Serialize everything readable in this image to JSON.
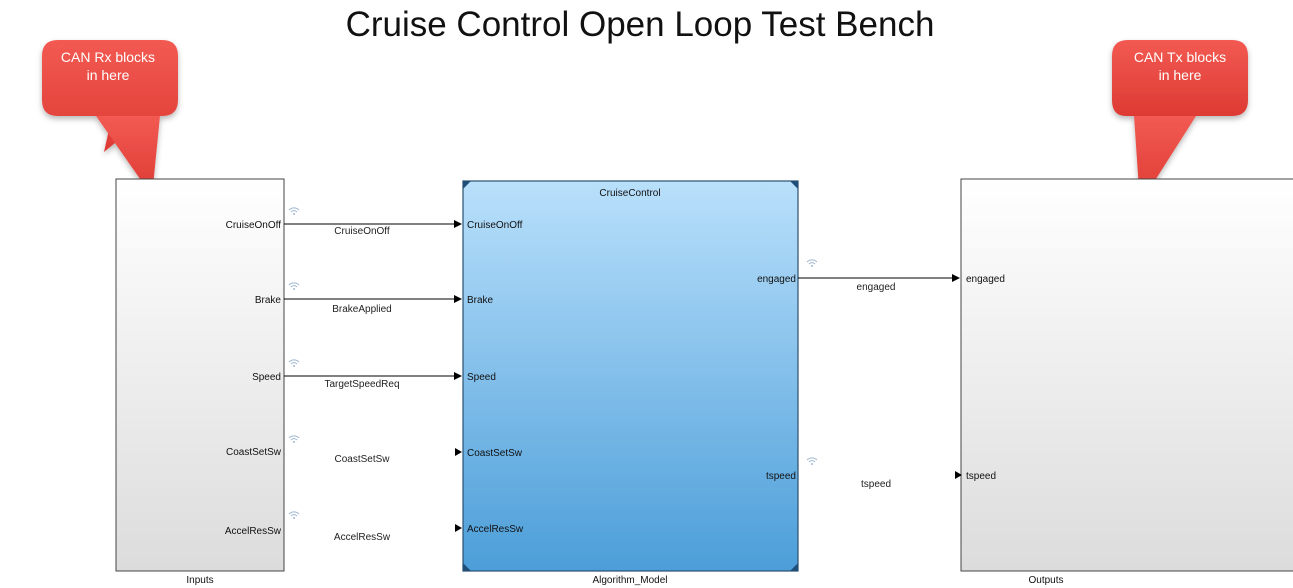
{
  "title": "Cruise Control Open Loop Test Bench",
  "callouts": {
    "left": {
      "line1": "CAN Rx blocks",
      "line2": "in here"
    },
    "right": {
      "line1": "CAN Tx blocks",
      "line2": "in here"
    }
  },
  "blocks": {
    "inputs": {
      "name": "Inputs",
      "ports": [
        "CruiseOnOff",
        "Brake",
        "Speed",
        "CoastSetSw",
        "AccelResSw"
      ]
    },
    "model": {
      "name": "Algorithm_Model",
      "header": "CruiseControl",
      "in_ports": [
        "CruiseOnOff",
        "Brake",
        "Speed",
        "CoastSetSw",
        "AccelResSw"
      ],
      "out_ports": [
        "engaged",
        "tspeed"
      ]
    },
    "outputs": {
      "name": "Outputs",
      "ports": [
        "engaged",
        "tspeed"
      ]
    }
  },
  "signals": {
    "left": [
      "CruiseOnOff",
      "BrakeApplied",
      "TargetSpeedReq",
      "CoastSetSw",
      "AccelResSw"
    ],
    "right": [
      "engaged",
      "tspeed"
    ]
  },
  "colors": {
    "callout": "#e8413b",
    "model_top": "#b9e0fb",
    "model_bottom": "#4c9ed9",
    "block_border": "#444444",
    "wire": "#000000"
  }
}
